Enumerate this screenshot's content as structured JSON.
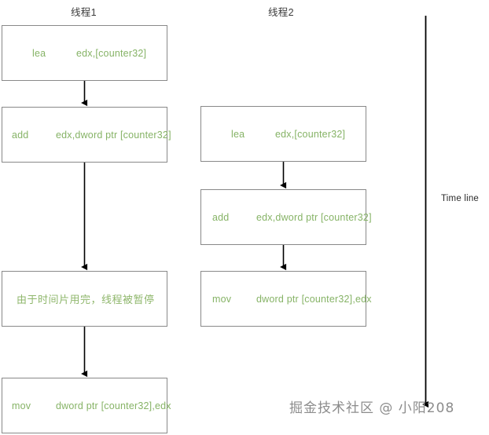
{
  "diagram": {
    "title_thread1": "线程1",
    "title_thread2": "线程2",
    "timeline_label": "Time line",
    "watermark": "掘金技术社区 @ 小阳208",
    "colors": {
      "box_border": "#898989",
      "box_fill": "#ffffff",
      "code_text": "#86b366",
      "note_text": "#8fb76c",
      "arrow": "#000000",
      "title_text": "#3b3b3b",
      "watermark_text": "#8c8c8c"
    }
  },
  "thread1": {
    "label": "线程1",
    "steps": [
      {
        "op": "lea",
        "operand": "edx,[counter32]",
        "kind": "code"
      },
      {
        "op": "add",
        "operand": "edx,dword ptr [counter32]",
        "kind": "code"
      },
      {
        "text": "由于时间片用完，线程被暂停",
        "kind": "note"
      },
      {
        "op": "mov",
        "operand": "dword ptr [counter32],edx",
        "kind": "code"
      }
    ]
  },
  "thread2": {
    "label": "线程2",
    "steps": [
      {
        "op": "lea",
        "operand": "edx,[counter32]",
        "kind": "code"
      },
      {
        "op": "add",
        "operand": "edx,dword ptr [counter32]",
        "kind": "code"
      },
      {
        "op": "mov",
        "operand": "dword ptr [counter32],edx",
        "kind": "code"
      }
    ]
  }
}
